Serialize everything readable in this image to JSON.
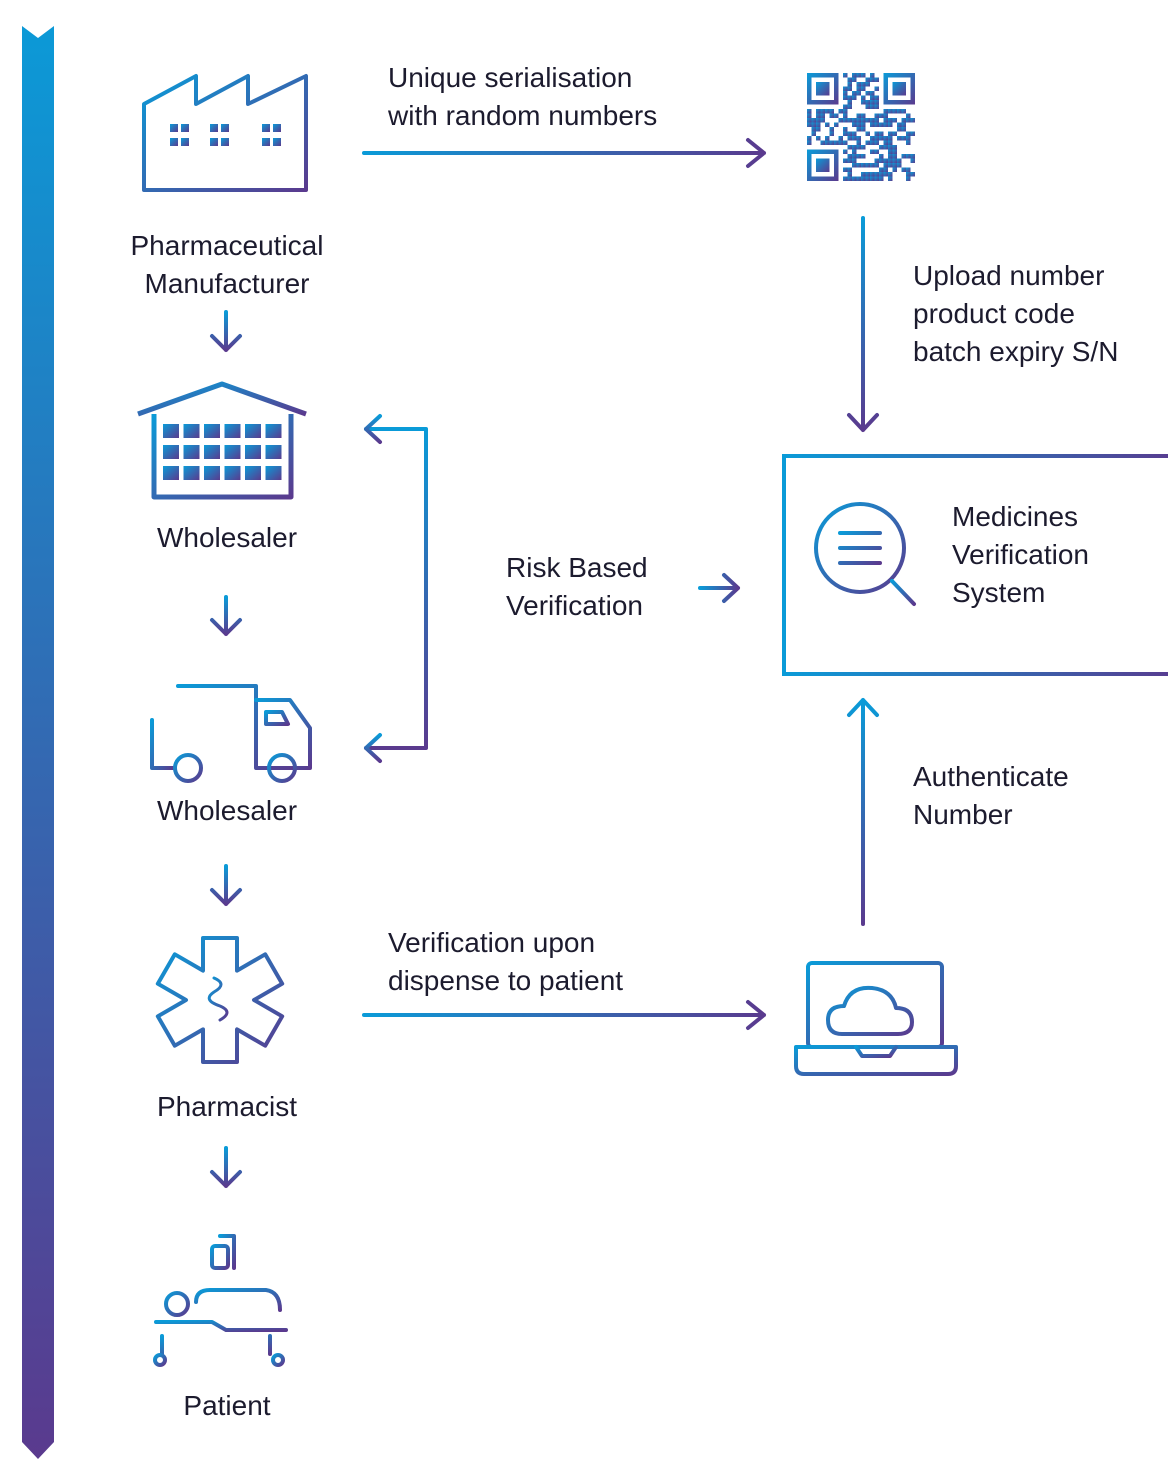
{
  "nodes": {
    "manufacturer": {
      "lines": [
        "Pharmaceutical",
        "Manufacturer"
      ]
    },
    "wholesaler_1": {
      "lines": [
        "Wholesaler"
      ]
    },
    "wholesaler_2": {
      "lines": [
        "Wholesaler"
      ]
    },
    "pharmacist": {
      "lines": [
        "Pharmacist"
      ]
    },
    "patient": {
      "lines": [
        "Patient"
      ]
    },
    "mvs": {
      "lines": [
        "Medicines",
        "Verification",
        "System"
      ]
    }
  },
  "edges": {
    "serialisation": {
      "lines": [
        "Unique serialisation",
        "with random numbers"
      ]
    },
    "upload": {
      "lines": [
        "Upload number",
        "product code",
        "batch expiry S/N"
      ]
    },
    "risk": {
      "lines": [
        "Risk Based",
        "Verification"
      ]
    },
    "authenticate": {
      "lines": [
        "Authenticate",
        "Number"
      ]
    },
    "dispense": {
      "lines": [
        "Verification upon",
        "dispense to patient"
      ]
    }
  },
  "colors": {
    "gradient_start": "#0a9bd8",
    "gradient_end": "#5a3a8e",
    "text": "#1c1b2e"
  },
  "icons": [
    "factory-icon",
    "qr-code-icon",
    "warehouse-icon",
    "delivery-truck-icon",
    "star-of-life-icon",
    "hospital-bed-icon",
    "laptop-cloud-icon",
    "magnifier-list-icon"
  ]
}
